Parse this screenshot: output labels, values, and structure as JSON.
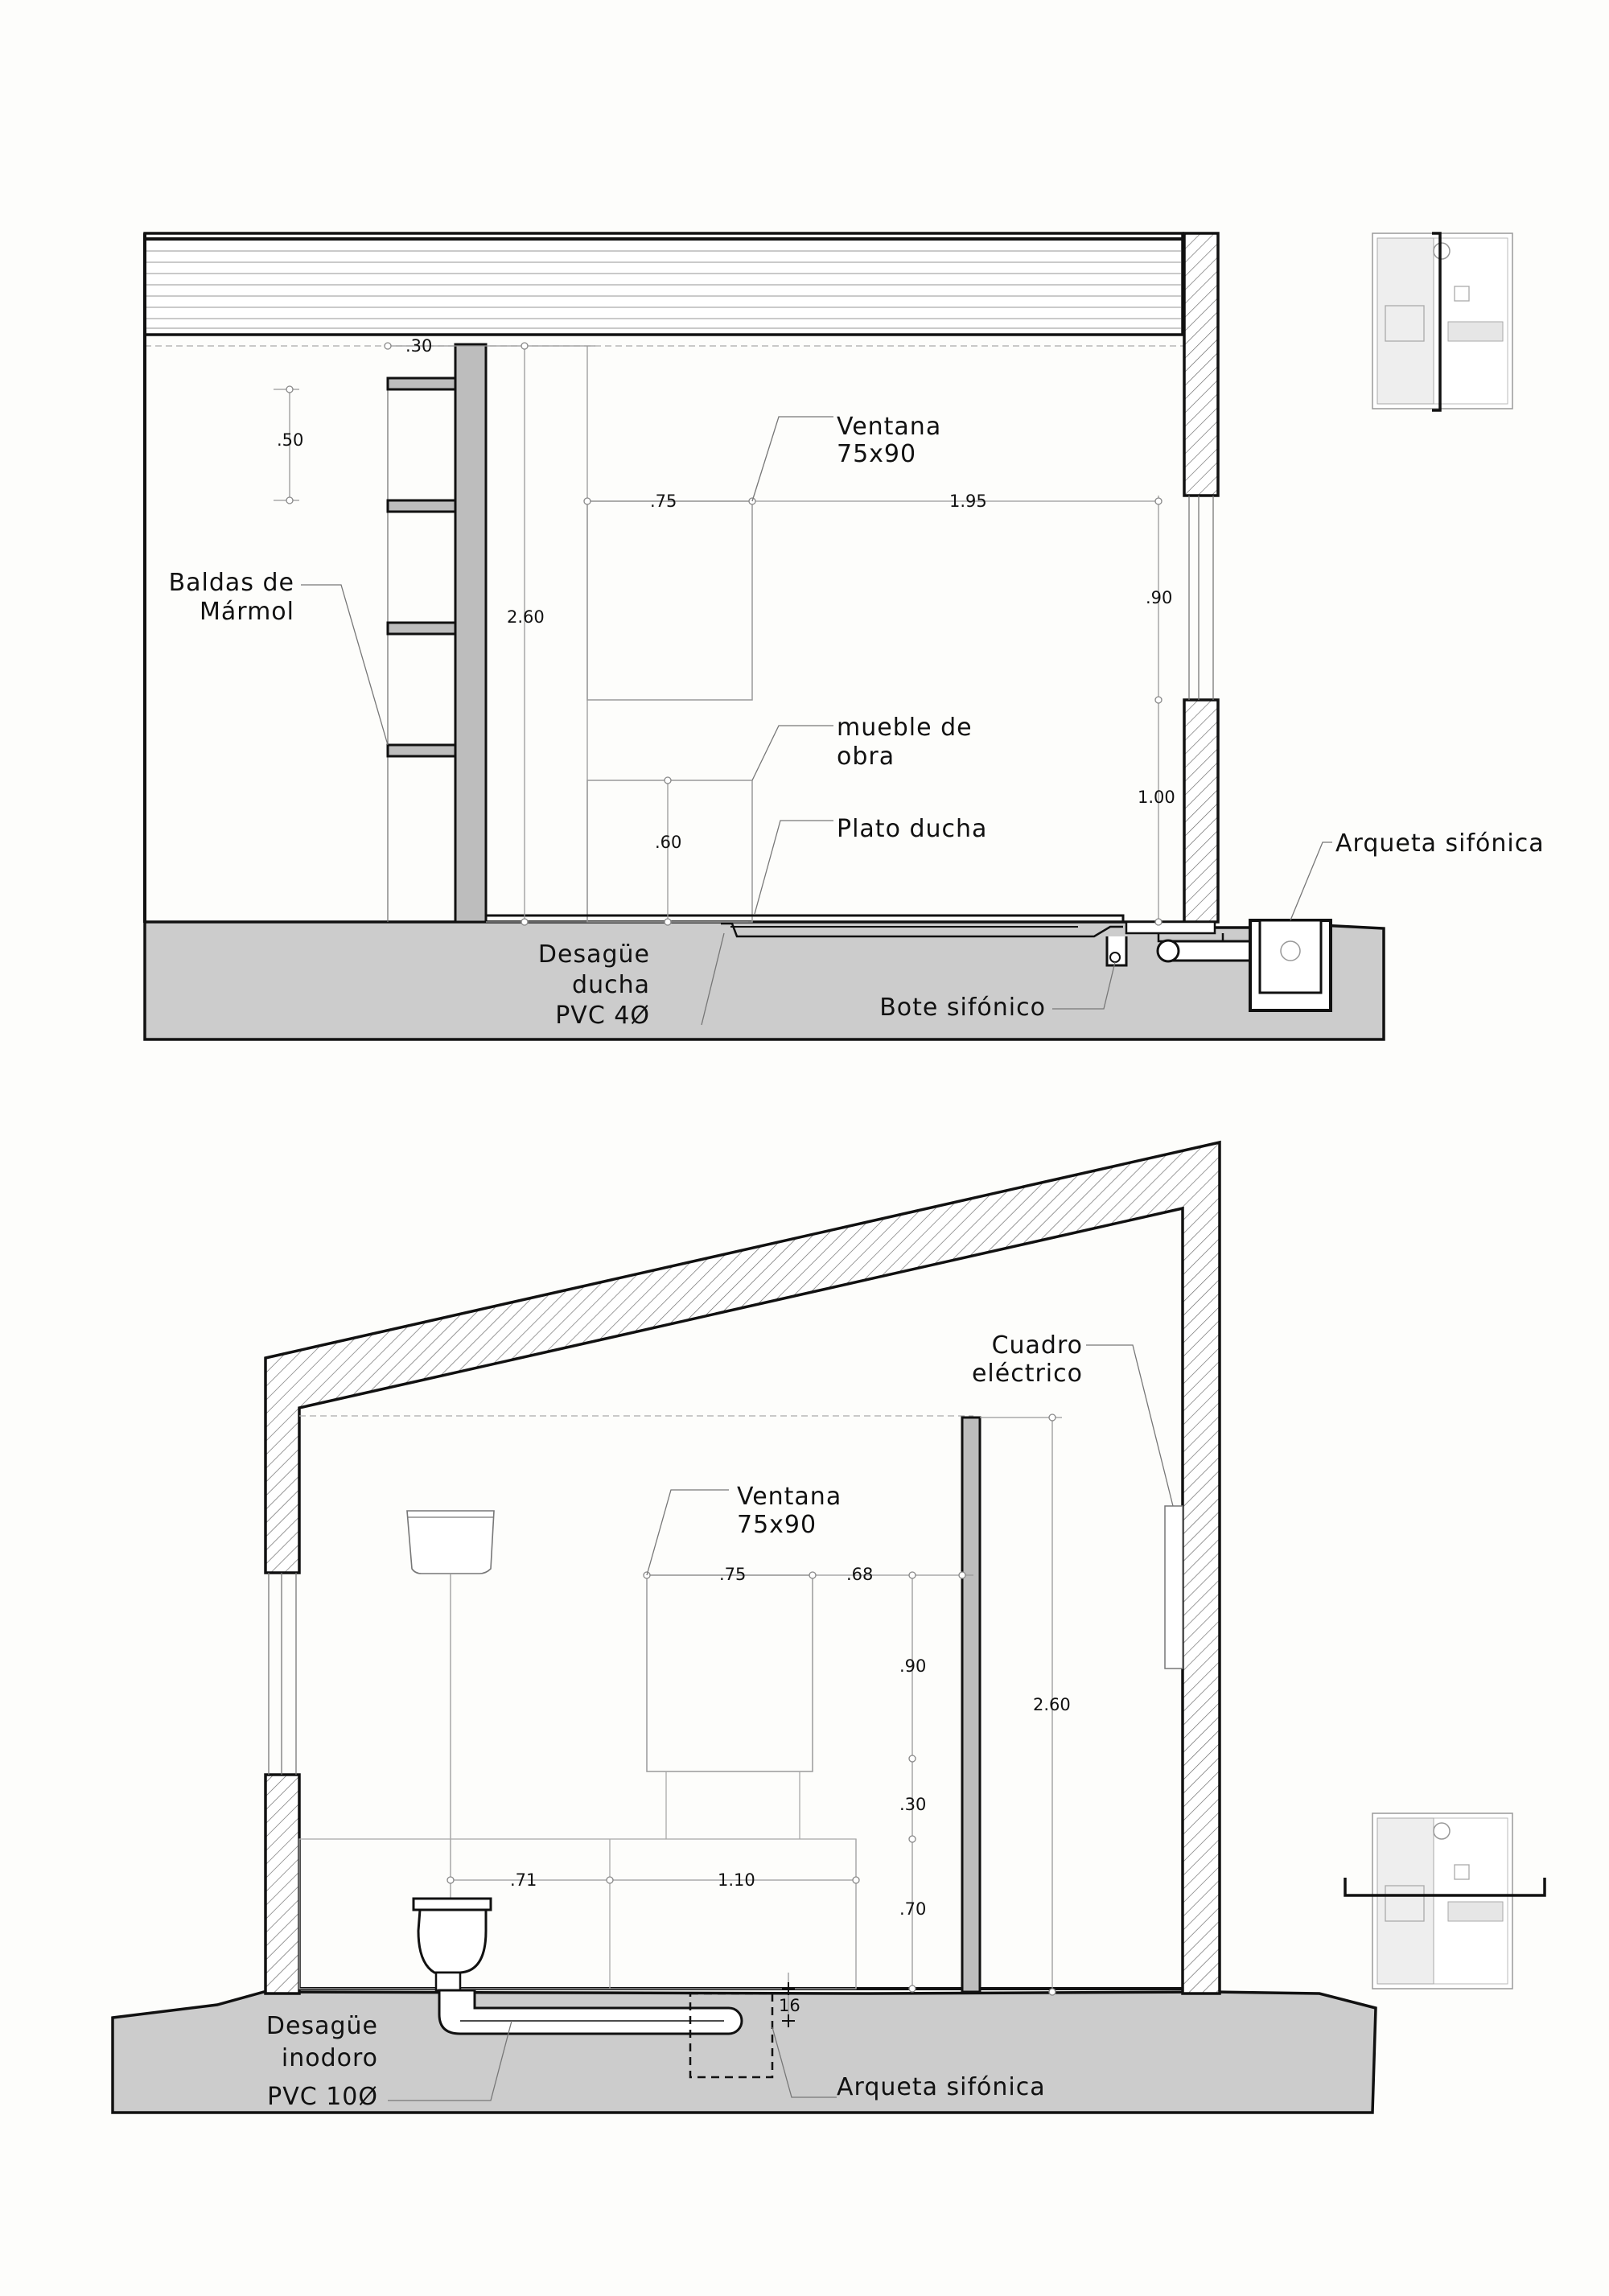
{
  "section_top": {
    "labels": {
      "ventana_title": "Ventana",
      "ventana_size": "75x90",
      "baldas_1": "Baldas de",
      "baldas_2": "Mármol",
      "mueble_1": "mueble de",
      "mueble_2": "obra",
      "plato": "Plato ducha",
      "arqueta": "Arqueta sifónica",
      "desague_1": "Desagüe",
      "desague_2": "ducha",
      "desague_3": "PVC 4Ø",
      "bote": "Bote sifónico"
    },
    "dims": {
      "shelf_depth": ".30",
      "shelf_spacing": ".50",
      "height": "2.60",
      "window_width": ".75",
      "window_offset": "1.95",
      "window_height": ".90",
      "sill_height": "1.00",
      "furniture_height": ".60"
    }
  },
  "section_bottom": {
    "labels": {
      "cuadro_1": "Cuadro",
      "cuadro_2": "eléctrico",
      "ventana_title": "Ventana",
      "ventana_size": "75x90",
      "desague_1": "Desagüe",
      "desague_2": "inodoro",
      "desague_3": "PVC 10Ø",
      "arqueta": "Arqueta sifónica"
    },
    "dims": {
      "window_width": ".75",
      "window_offset": ".68",
      "window_height": ".90",
      "gap": ".30",
      "counter_height": ".70",
      "wc_offset": ".71",
      "counter_width": "1.10",
      "height": "2.60",
      "drain_depth": "16"
    }
  }
}
